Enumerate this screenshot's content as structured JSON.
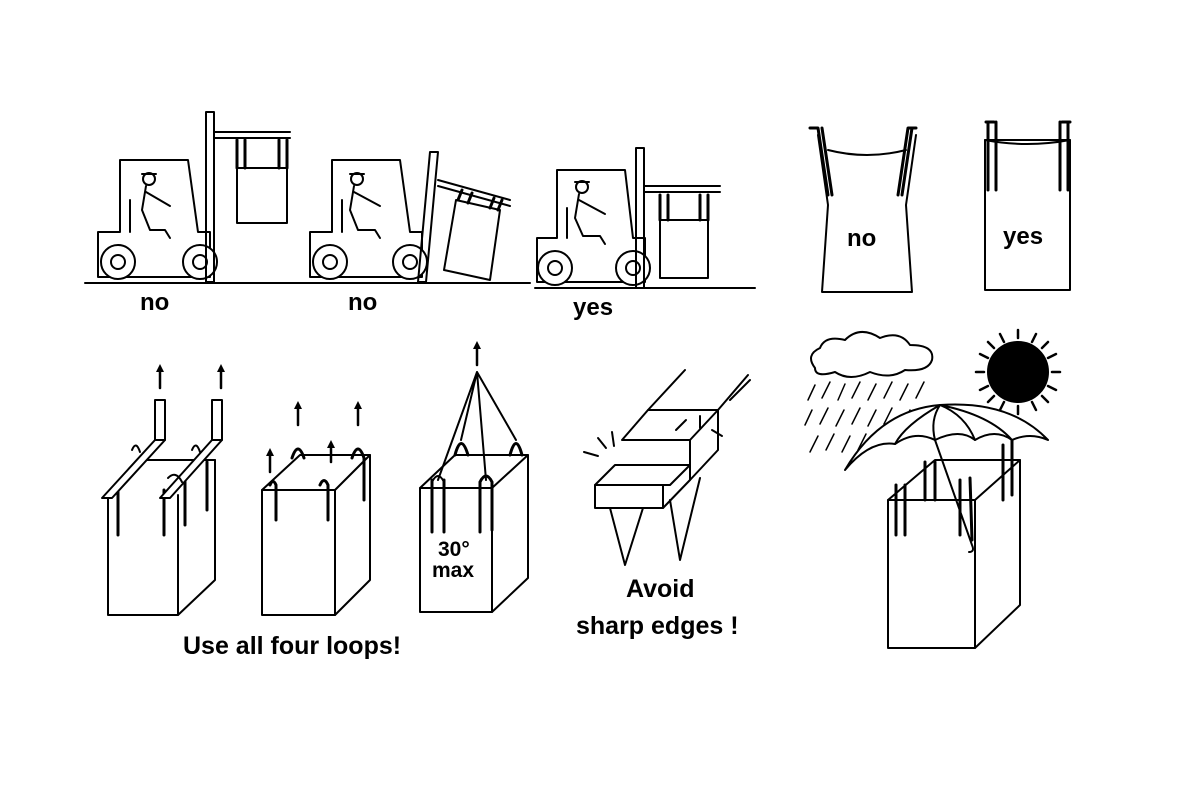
{
  "labels": {
    "forklift_no_1": "no",
    "forklift_no_2": "no",
    "forklift_yes": "yes",
    "bag_no": "no",
    "bag_yes": "yes",
    "angle_value": "30°",
    "angle_max": "max",
    "four_loops": "Use all four loops!",
    "avoid_line1": "Avoid",
    "avoid_line2": "sharp edges !"
  },
  "colors": {
    "ink": "#000000",
    "paper": "#ffffff"
  },
  "icons": [
    "forklift-icon",
    "bulk-bag-icon",
    "up-arrow-icon",
    "cloud-icon",
    "rain-icon",
    "sun-icon",
    "umbrella-icon"
  ]
}
